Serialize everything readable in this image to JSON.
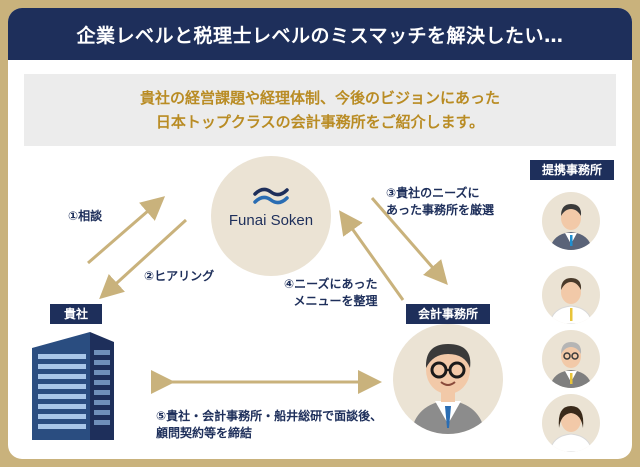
{
  "header": {
    "title": "企業レベルと税理士レベルのミスマッチを解決したい…"
  },
  "intro": {
    "line1": "貴社の経営課題や経理体制、今後のビジョンにあった",
    "line2": "日本トップクラスの会計事務所をご紹介します。"
  },
  "center": {
    "logo_text": "Funai Soken"
  },
  "steps": {
    "s1": "①相談",
    "s2": "②ヒアリング",
    "s3_line1": "③貴社のニーズに",
    "s3_line2": "あった事務所を厳選",
    "s4_line1": "④ニーズにあった",
    "s4_line2": "メニューを整理",
    "s5_line1": "⑤貴社・会計事務所・船井総研で面談後、",
    "s5_line2": "顧問契約等を締結"
  },
  "labels": {
    "client": "貴社",
    "accounting_firm": "会計事務所",
    "partner_firms": "提携事務所"
  },
  "colors": {
    "navy": "#1e2f5b",
    "gold": "#c9b27c",
    "beige": "#ebe3d4",
    "accent_text": "#b98c24"
  },
  "icons": [
    "funai-logo-icon",
    "building-icon",
    "accountant-icon",
    "partner-person-icon"
  ]
}
